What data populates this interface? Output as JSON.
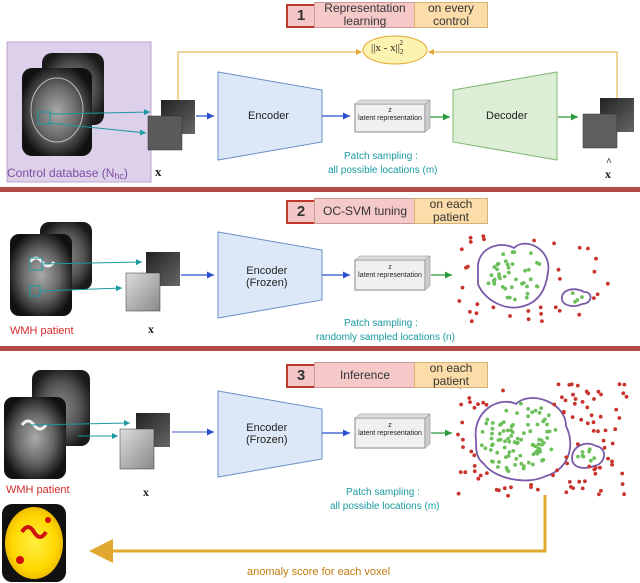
{
  "steps": [
    {
      "number": "1",
      "title": "Representation learning",
      "subtitle": "on every control"
    },
    {
      "number": "2",
      "title": "OC-SVM tuning",
      "subtitle": "on each patient"
    },
    {
      "number": "3",
      "title": "Inference",
      "subtitle": "on each patient"
    }
  ],
  "panel1": {
    "database_label": "Control database (N",
    "database_sub": "hc",
    "database_close": ")",
    "x_label": "x",
    "encoder": "Encoder",
    "latent": "latent representation",
    "latent_var": "z",
    "decoder": "Decoder",
    "xhat_label": "x",
    "loss": "||x - x||",
    "loss_sub": "2",
    "loss_sup": "2",
    "sampling_line1": "Patch sampling :",
    "sampling_line2": "all possible locations (m)"
  },
  "panel2": {
    "patient_label": "WMH patient",
    "x_label": "x",
    "encoder_line1": "Encoder",
    "encoder_line2": "(Frozen)",
    "latent_var": "z",
    "latent": "latent representation",
    "sampling_line1": "Patch sampling :",
    "sampling_line2": "randomly sampled locations (n)"
  },
  "panel3": {
    "patient_label": "WMH patient",
    "x_label": "x",
    "encoder_line1": "Encoder",
    "encoder_line2": "(Frozen)",
    "latent_var": "z",
    "latent": "latent representation",
    "sampling_line1": "Patch sampling :",
    "sampling_line2": "all possible locations (m)",
    "output_label": "anomaly score for each voxel"
  },
  "colors": {
    "encoder_fill": "#dce8f7",
    "encoder_stroke": "#6a8fc8",
    "decoder_fill": "#dcefd6",
    "decoder_stroke": "#7fb86f",
    "arrow_blue": "#2a4fd0",
    "arrow_green": "#2a9a3a",
    "arrow_teal": "#1a9aa0",
    "arrow_orange": "#e0a830",
    "divider": "#b54a4a",
    "point_green": "#6cbf5a",
    "point_red": "#c8342c",
    "boundary": "#7a5aa8"
  }
}
